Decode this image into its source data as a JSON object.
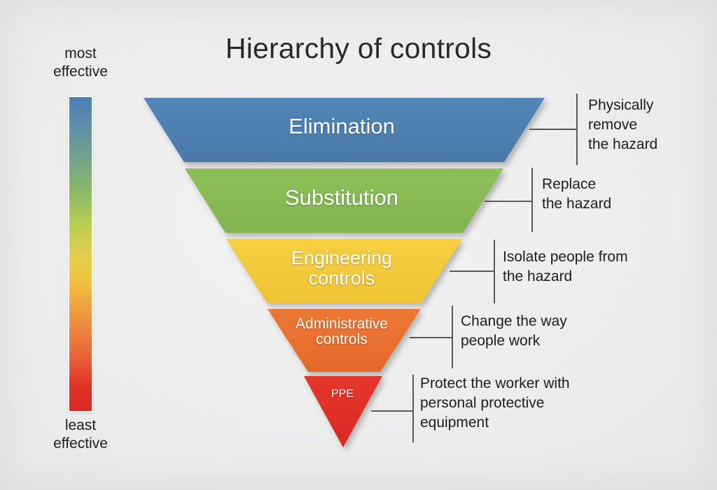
{
  "title": "Hierarchy of controls",
  "background_color": "#ededee",
  "scale": {
    "top_label_line1": "most",
    "top_label_line2": "effective",
    "bottom_label_line1": "least",
    "bottom_label_line2": "effective",
    "gradient_stops": [
      "#4a7fb5",
      "#8cbb62",
      "#f2c13f",
      "#ef9440",
      "#dd2824"
    ]
  },
  "funnel": {
    "levels": [
      {
        "label_line1": "Elimination",
        "label_line2": "",
        "color": "#4f80b0",
        "description_line1": "Physically",
        "description_line2": "remove",
        "description_line3": "the hazard"
      },
      {
        "label_line1": "Substitution",
        "label_line2": "",
        "color": "#86bb53",
        "description_line1": "Replace",
        "description_line2": "the hazard",
        "description_line3": ""
      },
      {
        "label_line1": "Engineering",
        "label_line2": "controls",
        "color": "#f2ca3c",
        "description_line1": "Isolate people from",
        "description_line2": "the hazard",
        "description_line3": ""
      },
      {
        "label_line1": "Administrative",
        "label_line2": "controls",
        "color": "#e9702f",
        "description_line1": "Change the way",
        "description_line2": "people work",
        "description_line3": ""
      },
      {
        "label_line1": "PPE",
        "label_line2": "",
        "color": "#e0302a",
        "description_line1": "Protect the worker with",
        "description_line2": "personal protective",
        "description_line3": "equipment"
      }
    ]
  }
}
